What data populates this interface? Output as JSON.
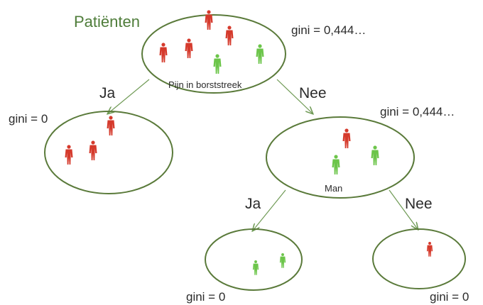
{
  "colors": {
    "ellipse_stroke": "#5a7a3a",
    "arrow": "#6f9a55",
    "person_red": "#d53a2c",
    "person_green": "#6cc54a",
    "title_text": "#4f7d3a"
  },
  "root": {
    "title": "Patiënten",
    "gini": "gini  = 0,444…",
    "question": "Pijn in borststreek",
    "people": [
      "red",
      "red",
      "red",
      "red",
      "green",
      "green"
    ]
  },
  "left_leaf": {
    "branch_label": "Ja",
    "gini": "gini  = 0",
    "people": [
      "red",
      "red",
      "red"
    ]
  },
  "right_node": {
    "branch_label": "Nee",
    "gini": "gini  = 0,444…",
    "question": "Man",
    "people": [
      "red",
      "green",
      "green"
    ]
  },
  "bottom_left_leaf": {
    "branch_label": "Ja",
    "gini": "gini  = 0",
    "people": [
      "green",
      "green"
    ]
  },
  "bottom_right_leaf": {
    "branch_label": "Nee",
    "gini": "gini  = 0",
    "people": [
      "red"
    ]
  }
}
